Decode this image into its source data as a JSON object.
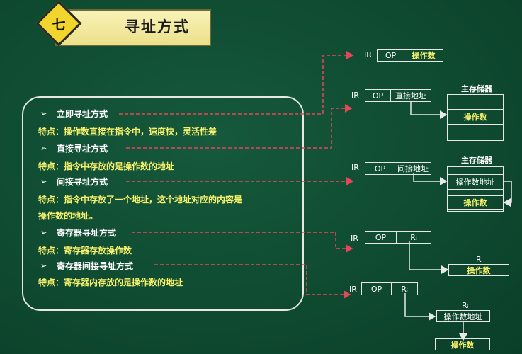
{
  "title": {
    "number": "七",
    "text": "寻址方式"
  },
  "modes": [
    {
      "name": "立即寻址方式",
      "feature": "特点：操作数直接在指令中，速度快，灵活性差"
    },
    {
      "name": "直接寻址方式",
      "feature": "特点：指令中存放的是操作数的地址"
    },
    {
      "name": "间接寻址方式",
      "feature_line1": "特点：指令中存放了一个地址，这个地址对应的内容是",
      "feature_line2": "操作数的地址。"
    },
    {
      "name": "寄存器寻址方式",
      "feature": "特点：寄存器存放操作数"
    },
    {
      "name": "寄存器间接寻址方式",
      "feature": "特点：寄存器内存放的是操作数的地址"
    }
  ],
  "bullet": "➢",
  "diagrams": {
    "ir_label": "IR",
    "op": "OP",
    "immediate_operand": "操作数",
    "direct_address": "直接地址",
    "indirect_address": "间接地址",
    "main_memory": "主存储器",
    "operand": "操作数",
    "operand_address": "操作数地址",
    "ri": "Rᵢ"
  },
  "colors": {
    "board": "#0f4d33",
    "arrow": "#e8455a",
    "feature": "#f6f06a",
    "line": "#e8e8e8"
  }
}
